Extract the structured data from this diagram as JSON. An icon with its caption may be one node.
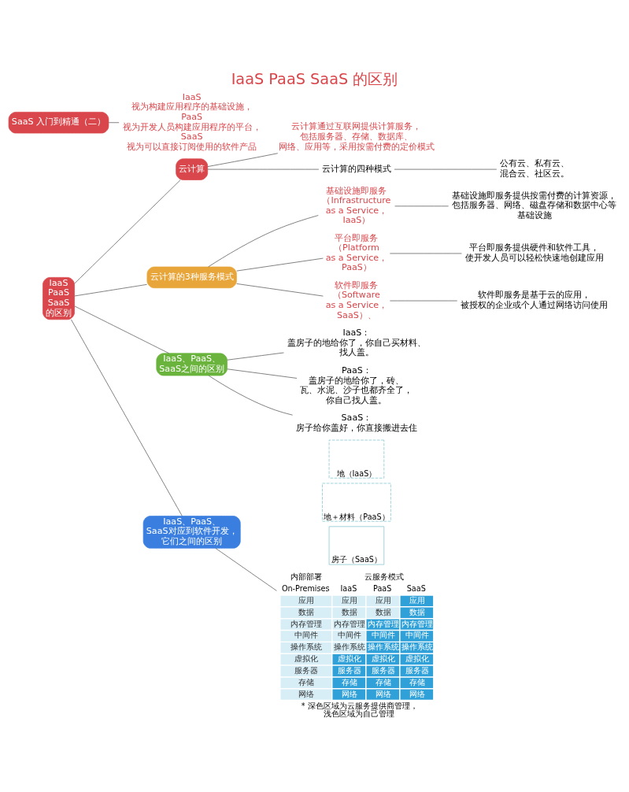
{
  "diagram": {
    "title": "IaaS PaaS SaaS 的区别",
    "nodes": [
      {
        "text": [
          "IaaS PaaS SaaS 的区别"
        ]
      },
      {
        "text": [
          "云计算"
        ]
      },
      {
        "text": [
          "云计算通过互联网提供计算服务，包括服务器、存储、数据库、网络、应用等，采用按需付费的定价模式"
        ]
      },
      {
        "text": [
          "云计算的四种模式"
        ]
      },
      {
        "text": [
          "公有云、私有云、混合云、社区云。"
        ]
      },
      {
        "text": [
          "云计算的3种服务模式"
        ]
      },
      {
        "text": [
          "基础设施即服务",
          "（Infrastructure as a Service，IaaS）"
        ]
      },
      {
        "text": [
          "基础设施即服务提供按需付费的计算资源，包括服务器、网络、磁盘存储和数据中心等基础设施"
        ]
      },
      {
        "text": [
          "平台即服务",
          "（Platform as a Service，PaaS）"
        ]
      },
      {
        "text": [
          "平台即服务提供硬件和软件工具，使开发人员可以轻松快速地创建应用"
        ]
      },
      {
        "text": [
          "软件即服务",
          "（Software as a Service，SaaS）、"
        ]
      },
      {
        "text": [
          "软件即服务是基于云的应用，被授权的企业或个人通过网络访问使用"
        ]
      },
      {
        "text": [
          "IaaS、PaaS、SaaS之间的区别"
        ]
      },
      {
        "text": [
          "IaaS：",
          "盖房子的地给你了，你自己买材料、找人盖。"
        ]
      },
      {
        "text": [
          "PaaS：",
          "盖房子的地给你了，砖、瓦、水泥、沙子也都齐全了，你自己找人盖。"
        ]
      },
      {
        "text": [
          "SaaS：",
          "房子给你盖好，你直接搬进去住"
        ]
      },
      {
        "text": [
          "地（IaaS）"
        ]
      },
      {
        "text": [
          "地＋材料（PaaS）"
        ]
      },
      {
        "text": [
          "房子（SaaS）"
        ]
      },
      {
        "text": [
          "IaaS、PaaS、SaaS对应到软件开发，它们之间的区别"
        ]
      },
      {
        "text": [
          "内部部署",
          "云服务模式",
          "On-Premises",
          "IaaS",
          "PaaS",
          "SaaS",
          "应用",
          "应用",
          "应用",
          "应用",
          "数据",
          "数据",
          "数据",
          "数据",
          "内存管理",
          "内存管理",
          "内存管理",
          "内存管理",
          "中间件",
          "中间件",
          "中间件",
          "中间件",
          "操作系统",
          "操作系统",
          "操作系统",
          "操作系统",
          "虚拟化",
          "虚拟化",
          "虚拟化",
          "虚拟化",
          "服务器",
          "服务器",
          "服务器",
          "服务器",
          "存储",
          "存储",
          "存储",
          "存储",
          "网络",
          "网络",
          "网络",
          "网络",
          "* 深色区域为云服务提供商管理，浅色区域为自己管理"
        ]
      },
      {
        "text": [
          "SaaS 入门到精通（二）"
        ]
      },
      {
        "text": [
          "IaaS",
          "视为构建应用程序的基础设施，",
          "PaaS",
          "视为开发人员构建应用程序的平台，",
          "SaaS",
          "视为可以直接订阅使用的软件产品"
        ]
      }
    ],
    "edges": [
      {
        "from": 0,
        "to": 1,
        "arrow": "none"
      },
      {
        "from": 0,
        "to": 5,
        "arrow": "none"
      },
      {
        "from": 0,
        "to": 12,
        "arrow": "none"
      },
      {
        "from": 0,
        "to": 19,
        "arrow": "none"
      },
      {
        "from": 1,
        "to": 2,
        "arrow": "none"
      },
      {
        "from": 1,
        "to": 3,
        "arrow": "none"
      },
      {
        "from": 3,
        "to": 4,
        "arrow": "none"
      },
      {
        "from": 5,
        "to": 6,
        "arrow": "none"
      },
      {
        "from": 5,
        "to": 8,
        "arrow": "none"
      },
      {
        "from": 5,
        "to": 10,
        "arrow": "none"
      },
      {
        "from": 6,
        "to": 7,
        "arrow": "none"
      },
      {
        "from": 8,
        "to": 9,
        "arrow": "none"
      },
      {
        "from": 10,
        "to": 11,
        "arrow": "none"
      },
      {
        "from": 12,
        "to": 13,
        "arrow": "none"
      },
      {
        "from": 12,
        "to": 14,
        "arrow": "none"
      },
      {
        "from": 12,
        "to": 15,
        "arrow": "none"
      },
      {
        "from": 19,
        "to": 20,
        "arrow": "none"
      },
      {
        "from": 21,
        "to": 22,
        "arrow": "none"
      }
    ]
  }
}
